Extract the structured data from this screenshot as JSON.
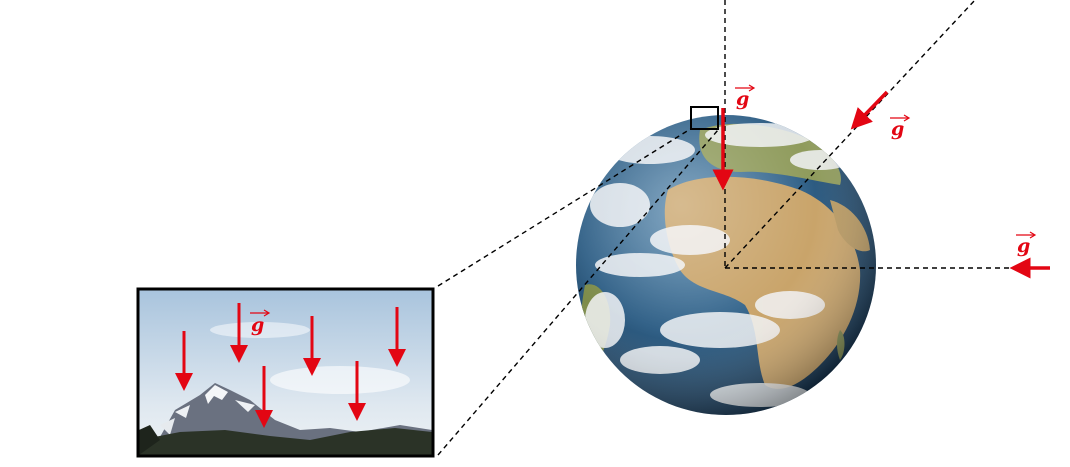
{
  "labels": {
    "top_g": "g",
    "right_top_g": "g",
    "right_g": "g",
    "inset_g": "g"
  },
  "colors": {
    "arrow": "#e30613",
    "dash_line": "#000000",
    "ocean": "#2f5f86",
    "land": "#c9a46a",
    "cloud": "#f2f4f6",
    "sky": "#b9cfe2",
    "mountain": "#6a7180"
  },
  "icons": {
    "earth": "earth-globe-icon",
    "mountain": "mountain-photo",
    "arrow": "gravity-vector-arrow"
  }
}
